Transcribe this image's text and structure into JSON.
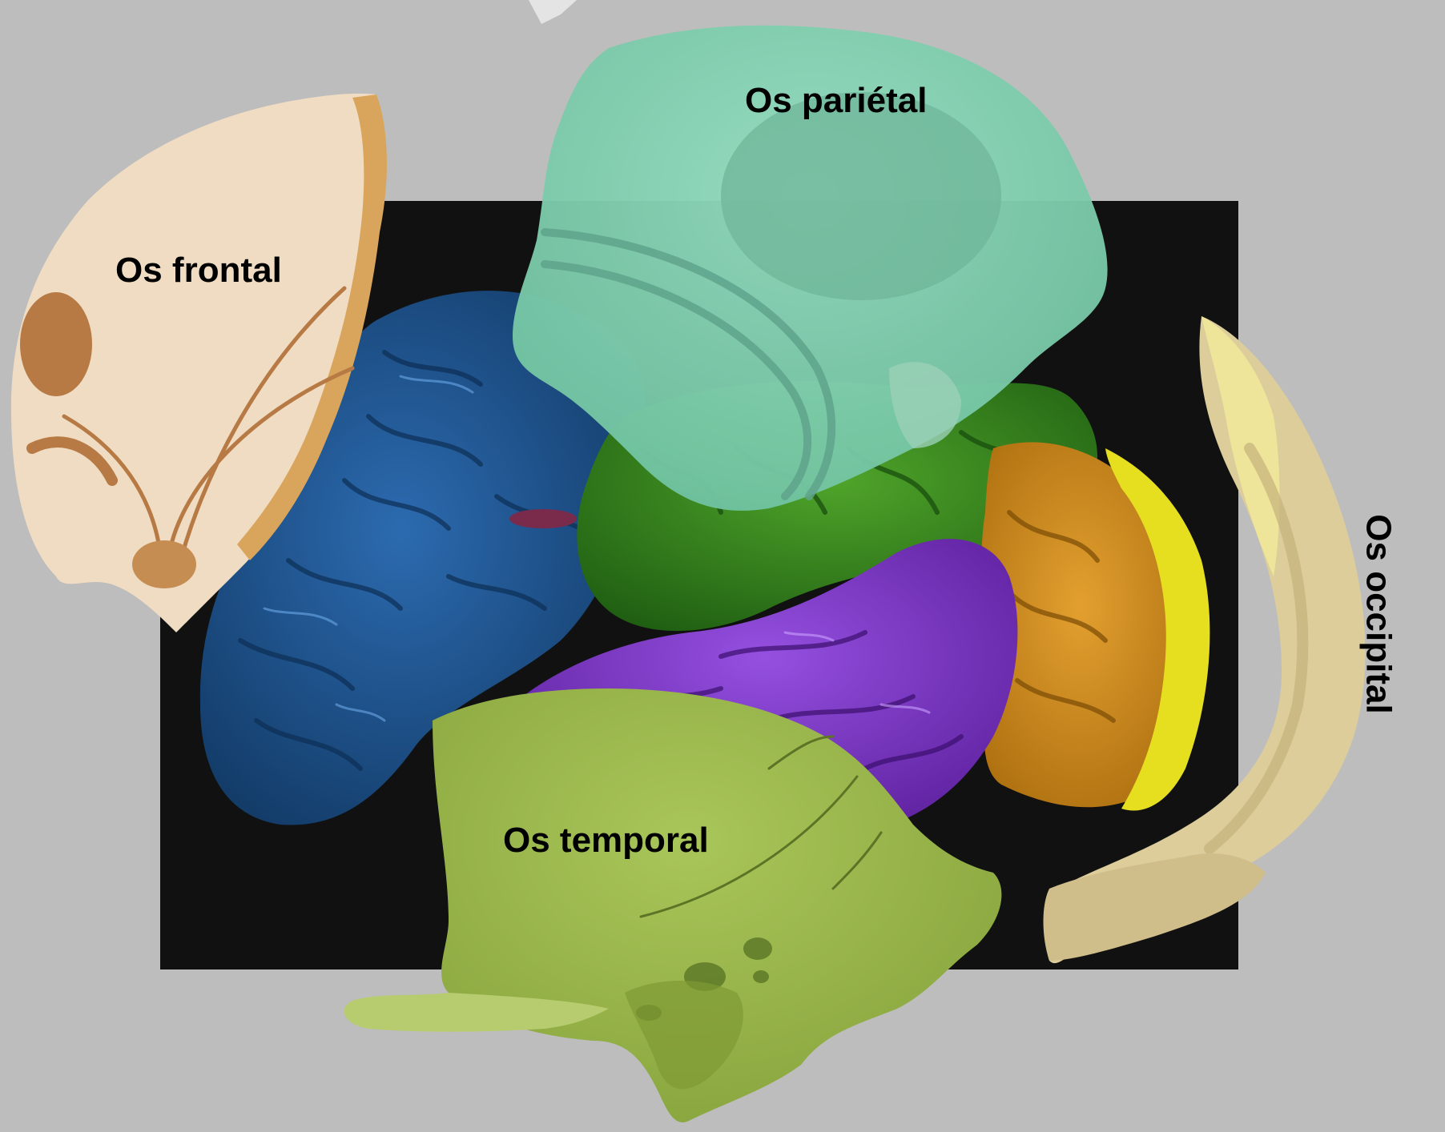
{
  "labels": {
    "frontal": "Os frontal",
    "parietal": "Os pariétal",
    "temporal": "Os temporal",
    "occipital": "Os occipital"
  },
  "colors": {
    "background": "#bdbdbd",
    "panel": "#111111",
    "frontal_bone": "#efdcc2",
    "frontal_edge": "#d9a55c",
    "frontal_lobe": "#1e4f86",
    "parietal_bone": "#7fcfae",
    "parietal_lobe": "#3d8a1a",
    "temporal_bone": "#9bba4d",
    "temporal_lobe": "#7a2fc0",
    "occipital_bone": "#dccd9b",
    "occipital_lobe": "#d08a15",
    "cerebellum_side": "#e6e02a"
  }
}
